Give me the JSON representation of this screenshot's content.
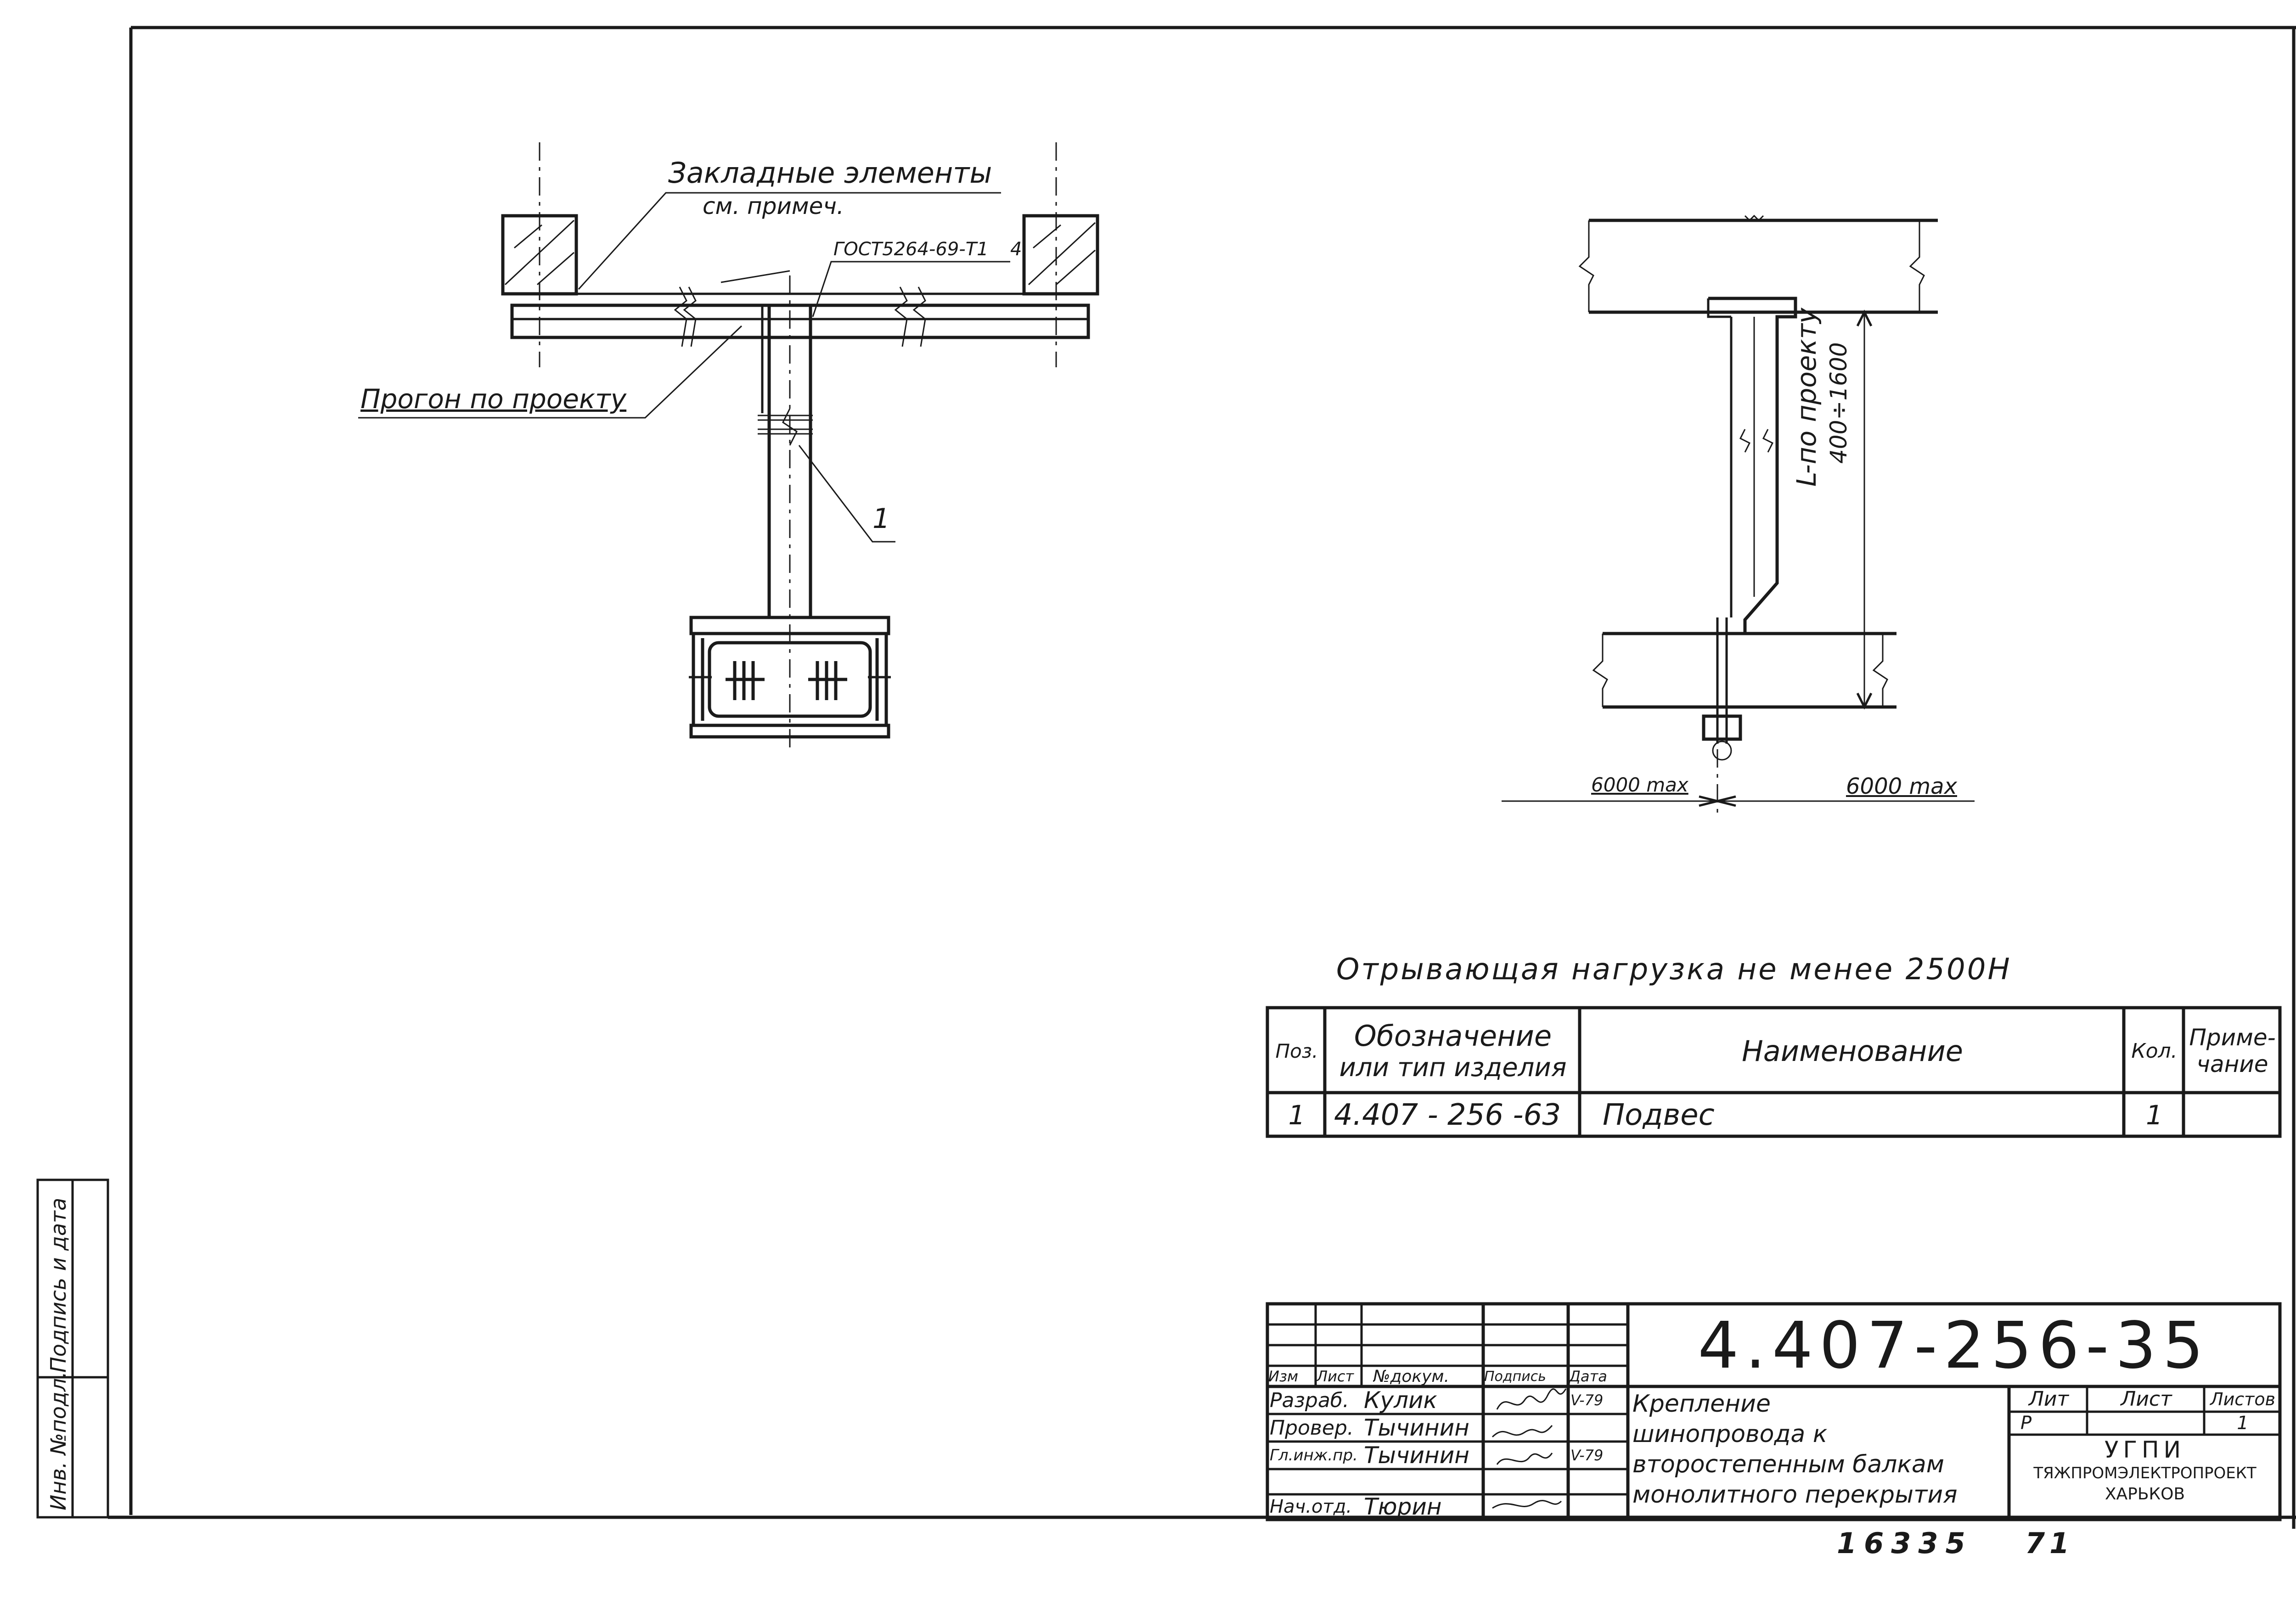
{
  "left_detail": {
    "label_embedded_1": "Закладные элементы",
    "label_embedded_2": "см. примеч.",
    "label_weld": "ГОСТ5264-69-Т1",
    "weld_size": "4",
    "label_purlin": "Прогон по проекту",
    "callout_1": "1"
  },
  "right_detail": {
    "label_length_1": "L-по проекту",
    "label_length_2": "400÷1600",
    "dim_left": "6000 max",
    "dim_right": "6000 max"
  },
  "load_note": "Отрывающая нагрузка не менее 2500Н",
  "spec_table": {
    "headers": {
      "pos": "Поз.",
      "designation_1": "Обозначение",
      "designation_2": "или тип изделия",
      "name": "Наименование",
      "qty": "Кол.",
      "note_1": "Приме-",
      "note_2": "чание"
    },
    "rows": [
      {
        "pos": "1",
        "designation": "4.407 - 256 -63",
        "name": "Подвес",
        "qty": "1",
        "note": ""
      }
    ]
  },
  "side_stamp": {
    "label_1": "Инв. №подл.",
    "label_2": "Подпись и дата"
  },
  "title_block": {
    "doc_number": "4.407-256-35",
    "col_headers": {
      "izm": "Изм",
      "list": "Лист",
      "doc": "№докум.",
      "sign": "Подпись",
      "date": "Дата"
    },
    "people": [
      {
        "role": "Разраб.",
        "name": "Кулик",
        "date": "V-79"
      },
      {
        "role": "Провер.",
        "name": "Тычинин",
        "date": ""
      },
      {
        "role": "Гл.инж.пр.",
        "name": "Тычинин",
        "date": "V-79"
      },
      {
        "role": "Нач.отд.",
        "name": "Тюрин",
        "date": ""
      }
    ],
    "title_lines": [
      "Крепление",
      "шинопровода к",
      "второстепенным балкам",
      "монолитного перекрытия"
    ],
    "lit_header": "Лит",
    "sheet_header": "Лист",
    "sheets_header": "Листов",
    "lit_value": "Р",
    "sheet_value": "",
    "sheets_value": "1",
    "org_1": "УГПИ",
    "org_2": "ТЯЖПРОМЭЛЕКТРОПРОЕКТ",
    "org_3": "ХАРЬКОВ"
  },
  "bottom_numbers": {
    "inv": "16335",
    "page": "71"
  }
}
